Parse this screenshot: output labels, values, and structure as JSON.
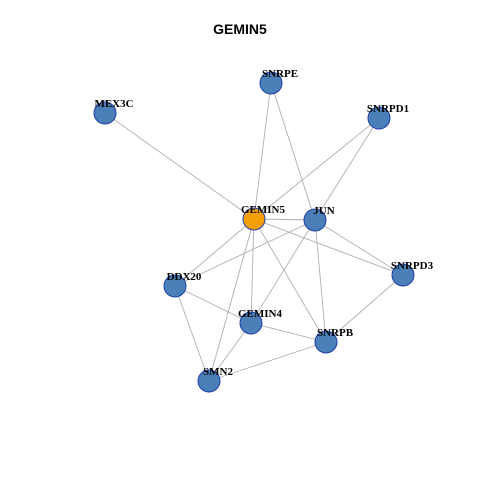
{
  "title": "GEMIN5",
  "colors": {
    "focus": "#f5a00a",
    "node": "#4a7fb8",
    "node_border": "#1f3fa8",
    "edge": "#b0b0b0"
  },
  "nodes": [
    {
      "id": "SNRPE",
      "label": "SNRPE",
      "focus": false
    },
    {
      "id": "MEX3C",
      "label": "MEX3C",
      "focus": false
    },
    {
      "id": "SNRPD1",
      "label": "SNRPD1",
      "focus": false
    },
    {
      "id": "GEMIN5",
      "label": "GEMIN5",
      "focus": true
    },
    {
      "id": "JUN",
      "label": "JUN",
      "focus": false
    },
    {
      "id": "SNRPD3",
      "label": "SNRPD3",
      "focus": false
    },
    {
      "id": "DDX20",
      "label": "DDX20",
      "focus": false
    },
    {
      "id": "GEMIN4",
      "label": "GEMIN4",
      "focus": false
    },
    {
      "id": "SNRPB",
      "label": "SNRPB",
      "focus": false
    },
    {
      "id": "SMN2",
      "label": "SMN2",
      "focus": false
    }
  ],
  "edges": [
    [
      "GEMIN5",
      "MEX3C"
    ],
    [
      "GEMIN5",
      "SNRPE"
    ],
    [
      "GEMIN5",
      "SNRPD1"
    ],
    [
      "GEMIN5",
      "JUN"
    ],
    [
      "GEMIN5",
      "SNRPD3"
    ],
    [
      "GEMIN5",
      "DDX20"
    ],
    [
      "GEMIN5",
      "GEMIN4"
    ],
    [
      "GEMIN5",
      "SNRPB"
    ],
    [
      "GEMIN5",
      "SMN2"
    ],
    [
      "SNRPE",
      "JUN"
    ],
    [
      "SNRPD1",
      "JUN"
    ],
    [
      "JUN",
      "SNRPD3"
    ],
    [
      "JUN",
      "SNRPB"
    ],
    [
      "JUN",
      "DDX20"
    ],
    [
      "JUN",
      "GEMIN4"
    ],
    [
      "SNRPD3",
      "SNRPB"
    ],
    [
      "DDX20",
      "GEMIN4"
    ],
    [
      "DDX20",
      "SMN2"
    ],
    [
      "GEMIN4",
      "SNRPB"
    ],
    [
      "GEMIN4",
      "SMN2"
    ],
    [
      "SNRPB",
      "SMN2"
    ]
  ]
}
